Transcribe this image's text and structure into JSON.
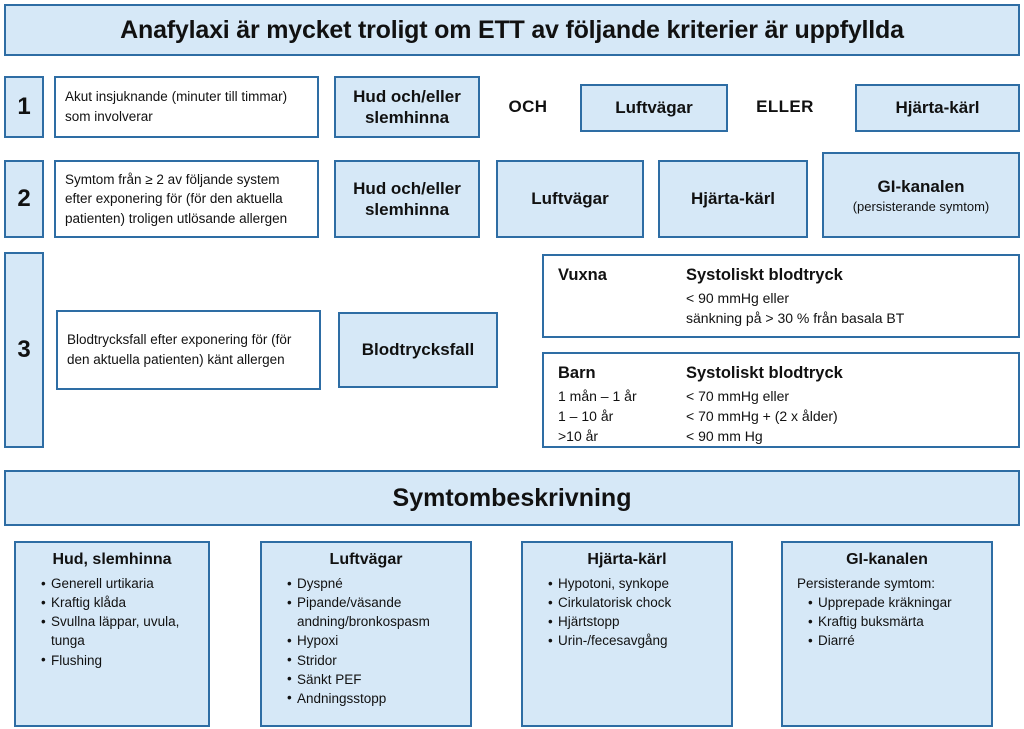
{
  "banner": {
    "title": "Anafylaxi är mycket troligt om ETT av följande kriterier är uppfyllda"
  },
  "criteria": [
    {
      "number": "1",
      "description": "Akut insjuknande (minuter till timmar) som involverar",
      "systems": [
        {
          "label": "Hud och/eller slemhinna",
          "sub": ""
        },
        {
          "label": "Luftvägar",
          "sub": ""
        },
        {
          "label": "Hjärta-kärl",
          "sub": ""
        }
      ],
      "connectors": {
        "first": "OCH",
        "second": "ELLER"
      }
    },
    {
      "number": "2",
      "description": "Symtom från ≥ 2 av följande system efter exponering för (för den aktuella patienten) troligen utlösande allergen",
      "systems": [
        {
          "label": "Hud och/eller slemhinna",
          "sub": ""
        },
        {
          "label": "Luftvägar",
          "sub": ""
        },
        {
          "label": "Hjärta-kärl",
          "sub": ""
        },
        {
          "label": "GI-kanalen",
          "sub": "(persisterande symtom)"
        }
      ]
    },
    {
      "number": "3",
      "description": "Blodtrycksfall efter exponering för (för den aktuella patienten) känt allergen",
      "systems": [
        {
          "label": "Blodtrycksfall",
          "sub": ""
        }
      ]
    }
  ],
  "blood_pressure": [
    {
      "group": "Vuxna",
      "header": "Systoliskt blodtryck",
      "rows": [
        {
          "age": "",
          "value": "< 90 mmHg eller"
        },
        {
          "age": "",
          "value": "sänkning på > 30 % från basala BT"
        }
      ]
    },
    {
      "group": "Barn",
      "header": "Systoliskt blodtryck",
      "rows": [
        {
          "age": "1 mån – 1 år",
          "value": "< 70 mmHg eller"
        },
        {
          "age": "1 – 10 år",
          "value": "< 70 mmHg + (2 x ålder)"
        },
        {
          "age": ">10 år",
          "value": "< 90 mm Hg"
        }
      ]
    }
  ],
  "symptom_section": {
    "title": "Symtombeskrivning",
    "columns": [
      {
        "title": "Hud, slemhinna",
        "intro": "",
        "items": [
          "Generell urtikaria",
          "Kraftig klåda",
          "Svullna läppar, uvula, tunga",
          "Flushing"
        ]
      },
      {
        "title": "Luftvägar",
        "intro": "",
        "items": [
          "Dyspné",
          "Pipande/väsande andning/bronkospasm",
          "Hypoxi",
          "Stridor",
          "Sänkt PEF",
          "Andningsstopp"
        ]
      },
      {
        "title": "Hjärta-kärl",
        "intro": "",
        "items": [
          "Hypotoni, synkope",
          "Cirkulatorisk chock",
          "Hjärtstopp",
          "Urin-/fecesavgång"
        ]
      },
      {
        "title": "GI-kanalen",
        "intro": "Persisterande symtom:",
        "items": [
          "Upprepade kräkningar",
          "Kraftig buksmärta",
          "Diarré"
        ]
      }
    ]
  },
  "colors": {
    "fill": "#d6e8f7",
    "border": "#2e6da4",
    "text": "#111111",
    "white": "#ffffff"
  }
}
